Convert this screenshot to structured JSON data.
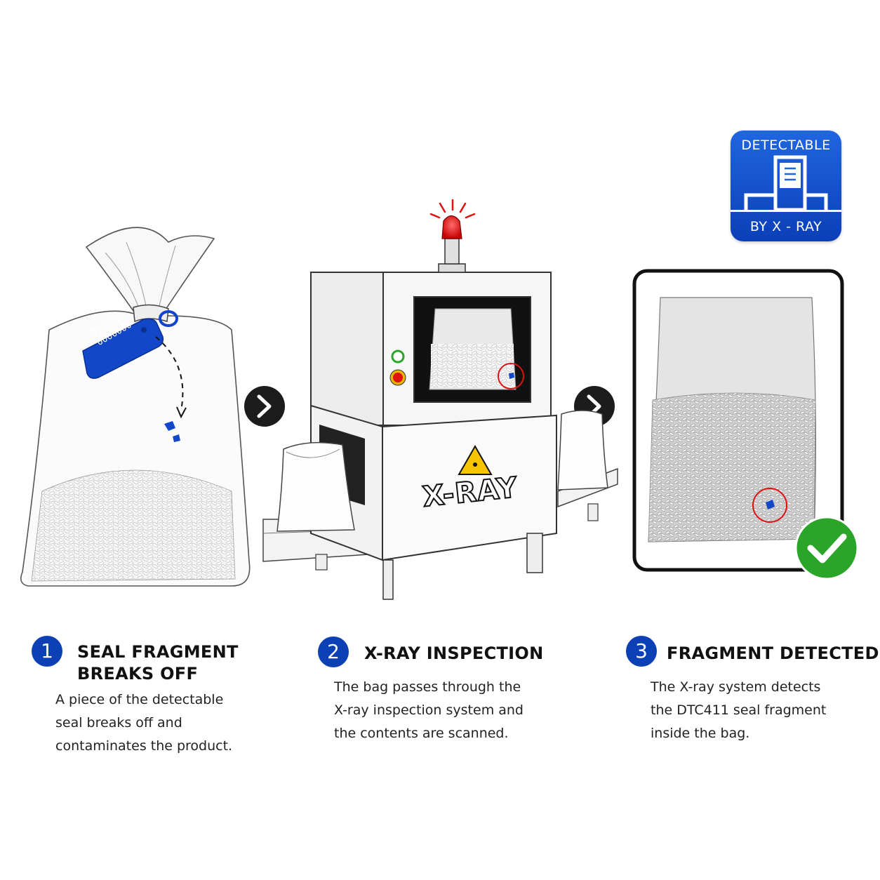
{
  "badge": {
    "top_text": "DETECTABLE",
    "bottom_text": "BY X - RAY"
  },
  "tag": {
    "line1": "DTC411",
    "line2": "0000000"
  },
  "machine": {
    "label": "X-RAY"
  },
  "steps": [
    {
      "number": "1",
      "title_line1": "SEAL FRAGMENT",
      "title_line2": "BREAKS OFF",
      "desc": [
        "A piece of the detectable",
        "seal breaks off and",
        "contaminates the product."
      ]
    },
    {
      "number": "2",
      "title_line1": "X-RAY INSPECTION",
      "title_line2": "",
      "desc": [
        "The bag passes through the",
        "X-ray inspection system and",
        "the contents are scanned."
      ]
    },
    {
      "number": "3",
      "title_line1": "FRAGMENT DETECTED",
      "title_line2": "",
      "desc": [
        "The X-ray system detects",
        "the DTC411 seal fragment",
        "inside the bag."
      ]
    }
  ],
  "colors": {
    "brand_blue": "#0d3fb5",
    "alarm_red": "#e01010",
    "check_green": "#2aa52a"
  }
}
